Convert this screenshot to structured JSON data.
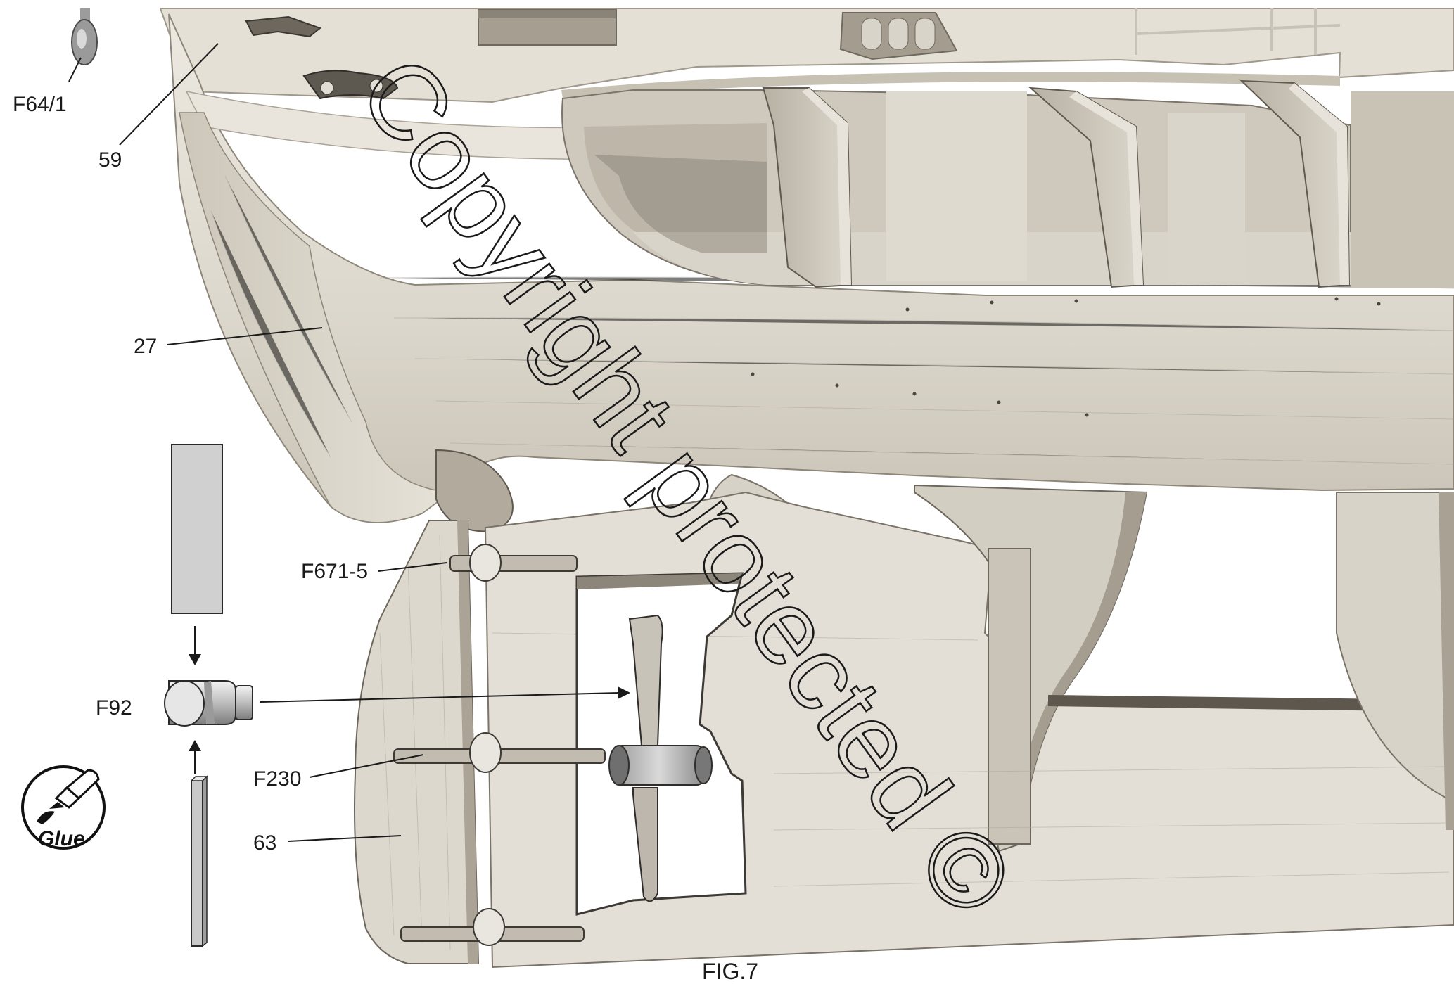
{
  "labels": {
    "f64_1": "F64/1",
    "p59": "59",
    "p27": "27",
    "f671_5": "F671-5",
    "f92": "F92",
    "f230": "F230",
    "p63": "63"
  },
  "glue_icon": {
    "text": "Glue",
    "icon": "glue-tube-icon"
  },
  "caption": "FIG.7",
  "watermark": "Copyright protected ©",
  "colors": {
    "wood_light": "#e8e5dc",
    "wood_mid": "#d6d1c5",
    "wood_dark": "#b4ad9f",
    "shadow": "#8f887c",
    "line": "#1a1a1a"
  }
}
